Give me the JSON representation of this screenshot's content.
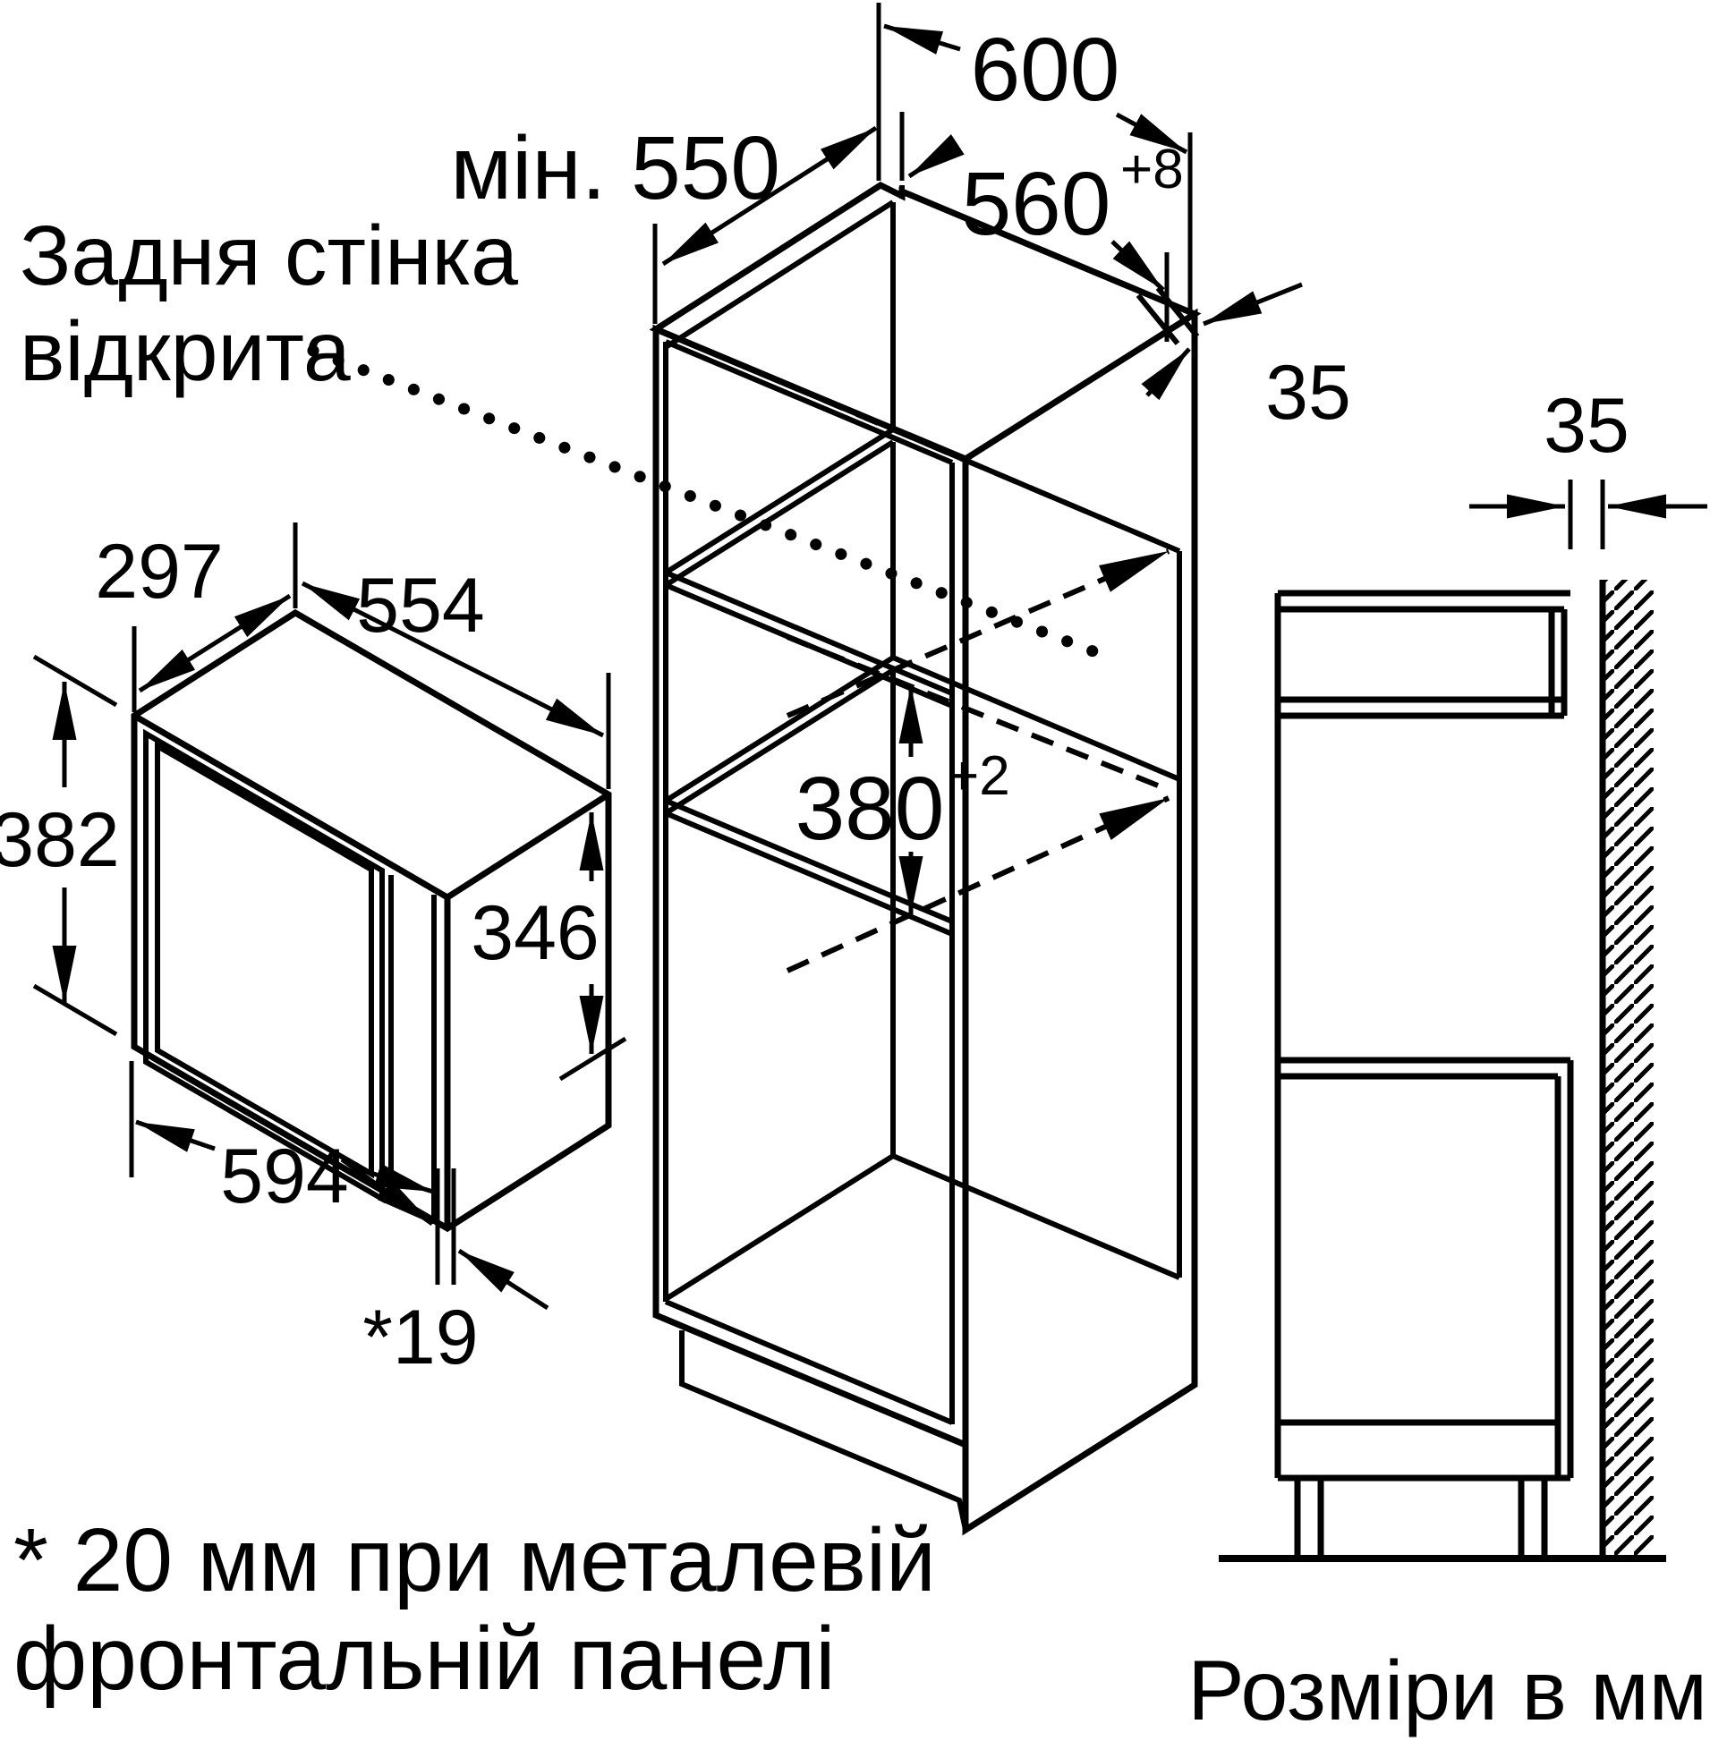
{
  "diagram": {
    "title_hint": "built-in appliance installation drawing",
    "units_note": "Розміри в мм",
    "note_back_wall": {
      "line1": "Задня стінка",
      "line2": "відкрита"
    },
    "footnote": {
      "line1": "* 20 мм при металевій",
      "line2": "фронтальній панелі"
    },
    "dimensions": {
      "cabinet_top_width": "600",
      "cabinet_min_depth": "мін. 550",
      "niche_width": "560",
      "niche_width_tolerance": "+8",
      "back_strip_width": "35",
      "niche_height": "380",
      "niche_height_tolerance": "+2",
      "wall_gap": "35",
      "appliance_depth": "297",
      "appliance_top_width": "554",
      "appliance_height": "382",
      "appliance_door_height": "346",
      "appliance_width": "594",
      "front_panel_gap": "*19"
    },
    "colors": {
      "line": "#000000",
      "background": "#ffffff"
    }
  }
}
